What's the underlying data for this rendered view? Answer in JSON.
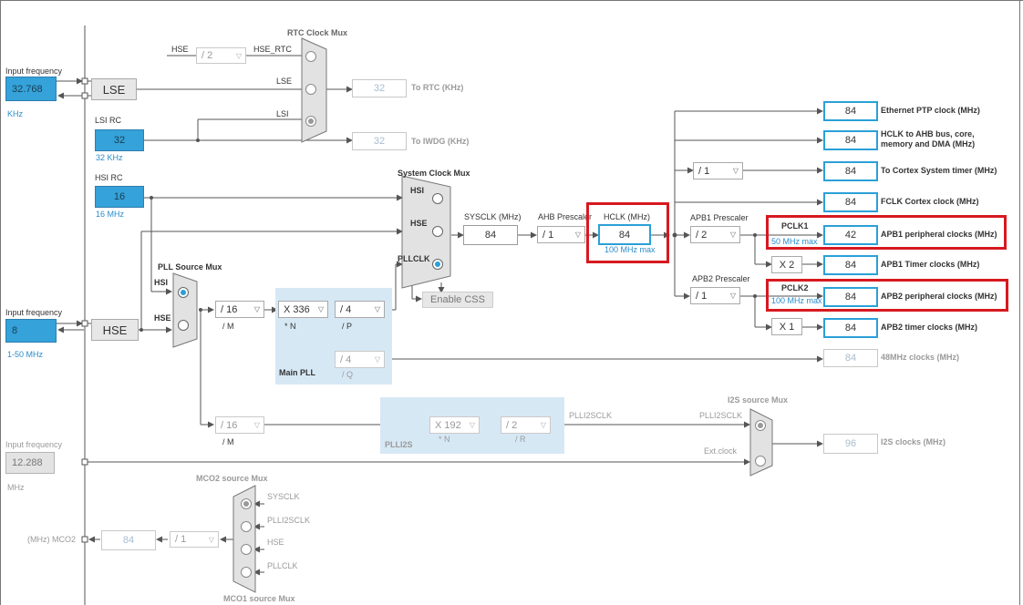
{
  "sources": {
    "lse": {
      "caption": "Input frequency",
      "value": "32.768",
      "unit": "KHz",
      "button": "LSE"
    },
    "lsi": {
      "caption": "LSI RC",
      "value": "32",
      "unit": "32 KHz"
    },
    "hsi": {
      "caption": "HSI RC",
      "value": "16",
      "unit": "16 MHz"
    },
    "hse": {
      "caption": "Input frequency",
      "value": "8",
      "range": "1-50 MHz",
      "button": "HSE"
    },
    "i2s_ext": {
      "caption": "Input frequency",
      "value": "12.288",
      "unit": "MHz"
    }
  },
  "rtc": {
    "title": "RTC Clock Mux",
    "hse_label": "HSE",
    "divider": "/ 2",
    "hse_rtc_label": "HSE_RTC",
    "lse_label": "LSE",
    "lsi_label": "LSI",
    "rtc_value": "32",
    "rtc_label": "To RTC (KHz)",
    "iwdg_value": "32",
    "iwdg_label": "To IWDG (KHz)"
  },
  "sysmux": {
    "title": "System Clock Mux",
    "hsi": "HSI",
    "hse": "HSE",
    "pllclk": "PLLCLK",
    "enable_css": "Enable CSS"
  },
  "sysclk": {
    "label": "SYSCLK (MHz)",
    "value": "84"
  },
  "ahb": {
    "label": "AHB Prescaler",
    "value": "/ 1"
  },
  "hclk": {
    "label": "HCLK (MHz)",
    "value": "84",
    "max": "100 MHz max"
  },
  "apb1": {
    "label": "APB1 Prescaler",
    "value": "/ 2",
    "pclk": "PCLK1",
    "max": "50 MHz max",
    "timer_mult": "X 2"
  },
  "apb2": {
    "label": "APB2 Prescaler",
    "value": "/ 1",
    "pclk": "PCLK2",
    "max": "100 MHz max",
    "timer_mult": "X 1"
  },
  "cortex_div": "/ 1",
  "outputs": {
    "eth": {
      "value": "84",
      "label": "Ethernet PTP clock (MHz)"
    },
    "hclk_bus": {
      "value": "84",
      "label": "HCLK to AHB bus, core, memory and DMA (MHz)"
    },
    "cortex_timer": {
      "value": "84",
      "label": "To Cortex System timer (MHz)"
    },
    "fclk": {
      "value": "84",
      "label": "FCLK Cortex clock (MHz)"
    },
    "apb1_periph": {
      "value": "42",
      "label": "APB1 peripheral clocks (MHz)"
    },
    "apb1_timer": {
      "value": "84",
      "label": "APB1 Timer clocks (MHz)"
    },
    "apb2_periph": {
      "value": "84",
      "label": "APB2 peripheral clocks (MHz)"
    },
    "apb2_timer": {
      "value": "84",
      "label": "APB2 timer clocks (MHz)"
    },
    "clk48": {
      "value": "84",
      "label": "48MHz clocks (MHz)"
    },
    "i2s": {
      "value": "96",
      "label": "I2S clocks (MHz)"
    }
  },
  "pll": {
    "mux_title": "PLL Source Mux",
    "hsi": "HSI",
    "hse": "HSE",
    "m": "/ 16",
    "m_label": "/ M",
    "n": "X 336",
    "n_label": "* N",
    "p": "/ 4",
    "p_label": "/ P",
    "q": "/ 4",
    "q_label": "/ Q",
    "title": "Main PLL"
  },
  "plli2s": {
    "m": "/ 16",
    "m_label": "/ M",
    "n": "X 192",
    "n_label": "* N",
    "r": "/ 2",
    "r_label": "/ R",
    "title": "PLLI2S",
    "out_label": "PLLI2SCLK"
  },
  "i2smux": {
    "title": "I2S source Mux",
    "plli2sclk": "PLLI2SCLK",
    "ext": "Ext.clock"
  },
  "mco2": {
    "title": "MCO2 source Mux",
    "sysclk": "SYSCLK",
    "plli2sclk": "PLLI2SCLK",
    "hse": "HSE",
    "pllclk": "PLLCLK",
    "div": "/ 1",
    "value": "84",
    "label": "(MHz) MCO2"
  },
  "mco1": {
    "title": "MCO1 source Mux"
  }
}
